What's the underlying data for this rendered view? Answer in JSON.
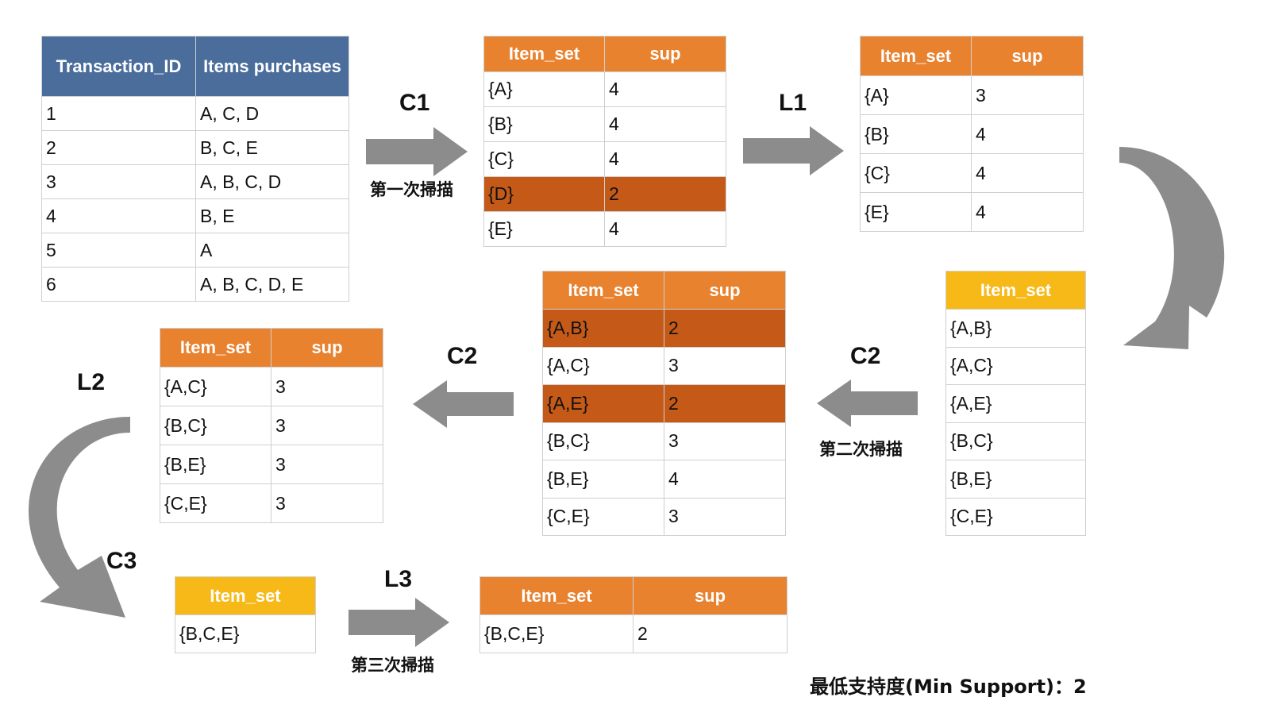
{
  "transactions": {
    "headers": [
      "Transaction_ID",
      "Items purchases"
    ],
    "rows": [
      [
        "1",
        "A, C, D"
      ],
      [
        "2",
        "B, C, E"
      ],
      [
        "3",
        "A, B, C, D"
      ],
      [
        "4",
        "B, E"
      ],
      [
        "5",
        "A"
      ],
      [
        "6",
        "A, B, C, D, E"
      ]
    ]
  },
  "c1_table": {
    "headers": [
      "Item_set",
      "sup"
    ],
    "rows": [
      [
        "{A}",
        "4"
      ],
      [
        "{B}",
        "4"
      ],
      [
        "{C}",
        "4"
      ],
      [
        "{D}",
        "2"
      ],
      [
        "{E}",
        "4"
      ]
    ]
  },
  "l1_table": {
    "headers": [
      "Item_set",
      "sup"
    ],
    "rows": [
      [
        "{A}",
        "3"
      ],
      [
        "{B}",
        "4"
      ],
      [
        "{C}",
        "4"
      ],
      [
        "{E}",
        "4"
      ]
    ]
  },
  "c2_candidates": {
    "headers": [
      "Item_set"
    ],
    "rows": [
      [
        "{A,B}"
      ],
      [
        "{A,C}"
      ],
      [
        "{A,E}"
      ],
      [
        "{B,C}"
      ],
      [
        "{B,E}"
      ],
      [
        "{C,E}"
      ]
    ]
  },
  "c2_table": {
    "headers": [
      "Item_set",
      "sup"
    ],
    "rows": [
      [
        "{A,B}",
        "2"
      ],
      [
        "{A,C}",
        "3"
      ],
      [
        "{A,E}",
        "2"
      ],
      [
        "{B,C}",
        "3"
      ],
      [
        "{B,E}",
        "4"
      ],
      [
        "{C,E}",
        "3"
      ]
    ]
  },
  "l2_table": {
    "headers": [
      "Item_set",
      "sup"
    ],
    "rows": [
      [
        "{A,C}",
        "3"
      ],
      [
        "{B,C}",
        "3"
      ],
      [
        "{B,E}",
        "3"
      ],
      [
        "{C,E}",
        "3"
      ]
    ]
  },
  "c3_candidates": {
    "headers": [
      "Item_set"
    ],
    "rows": [
      [
        "{B,C,E}"
      ]
    ]
  },
  "l3_table": {
    "headers": [
      "Item_set",
      "sup"
    ],
    "rows": [
      [
        "{B,C,E}",
        "2"
      ]
    ]
  },
  "labels": {
    "c1": "C1",
    "scan1": "第一次掃描",
    "l1": "L1",
    "c2_right": "C2",
    "scan2": "第二次掃描",
    "c2_left": "C2",
    "l2": "L2",
    "c3": "C3",
    "l3": "L3",
    "scan3": "第三次掃描",
    "min_support": "最低支持度(Min Support)：2"
  },
  "colors": {
    "header_blue": "#4a6d9c",
    "header_orange": "#e8822f",
    "header_yellow": "#f7b917",
    "pruned_row": "#c55a18",
    "arrow_gray": "#8c8c8c"
  }
}
